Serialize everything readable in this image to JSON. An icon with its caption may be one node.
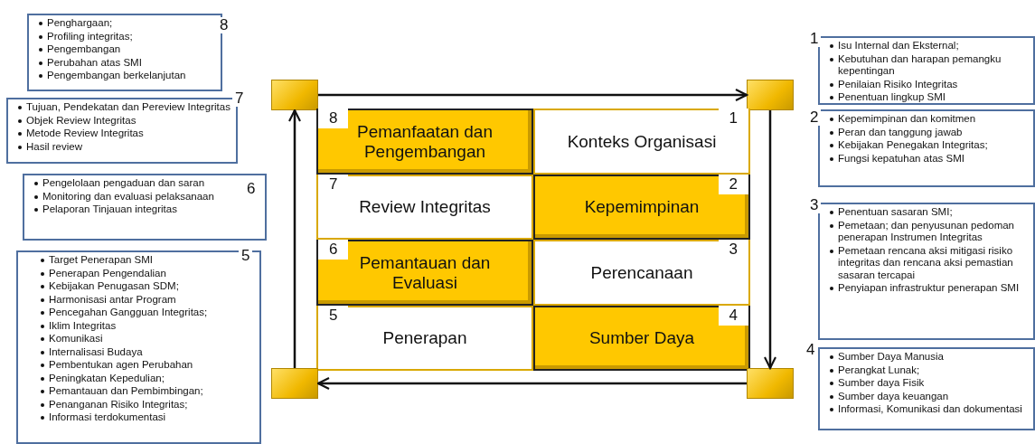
{
  "diagram": {
    "nodes": [
      {
        "text": [
          "8",
          "Penghargaan;",
          "Profiling integritas;",
          "Pengembangan",
          "Perubahan atas SMI",
          "Pengembangan berkelanjutan"
        ]
      },
      {
        "text": [
          "7",
          "Tujuan, Pendekatan dan Pereview Integritas",
          "Objek Review Integritas",
          "Metode Review Integritas",
          "Hasil review"
        ]
      },
      {
        "text": [
          "6",
          "Pengelolaan pengaduan dan saran",
          "Monitoring dan evaluasi pelaksanaan",
          "Pelaporan Tinjauan  integritas"
        ]
      },
      {
        "text": [
          "5",
          "Target Penerapan SMI",
          "Penerapan Pengendalian",
          "Kebijakan Penugasan SDM;",
          "Harmonisasi antar Program",
          "Pencegahan Gangguan Integritas;",
          "Iklim Integritas",
          "Komunikasi",
          "Internalisasi Budaya",
          "Pembentukan agen Perubahan",
          "Peningkatan Kepedulian;",
          "Pemantauan dan Pembimbingan;",
          "Penanganan Risiko Integritas;",
          "Informasi terdokumentasi"
        ]
      },
      {
        "text": [],
        "shape": "box"
      },
      {
        "text": [],
        "shape": "box"
      },
      {
        "text": [
          "8",
          "Pemanfaatan dan Pengembangan"
        ]
      },
      {
        "text": [
          "Konteks Organisasi",
          "1"
        ]
      },
      {
        "text": [
          "7",
          "Review Integritas"
        ]
      },
      {
        "text": [
          "2",
          "Kepemimpinan"
        ]
      },
      {
        "text": [
          "6",
          "Pemantauan dan Evaluasi"
        ]
      },
      {
        "text": [
          "3",
          "Perencanaan"
        ]
      },
      {
        "text": [
          "5",
          "Penerapan"
        ]
      },
      {
        "text": [
          "4",
          "Sumber Daya"
        ]
      },
      {
        "text": [
          "1",
          "Isu Internal dan Eksternal;",
          "Kebutuhan dan harapan pemangku kepentingan",
          "Penilaian Risiko Integritas",
          "Penentuan lingkup SMI"
        ]
      },
      {
        "text": [
          "2",
          "Kepemimpinan dan komitmen",
          "Peran dan tanggung jawab",
          "Kebijakan Penegakan Integritas;",
          "Fungsi kepatuhan atas SMI"
        ]
      },
      {
        "text": [
          "3",
          "Penentuan sasaran SMI;",
          "Pemetaan; dan penyusunan pedoman penerapan Instrumen Integritas",
          "Pemetaan rencana aksi mitigasi risiko integritas dan rencana aksi pemastian sasaran tercapai",
          "Penyiapan infrastruktur penerapan SMI"
        ]
      },
      {
        "text": [
          "4",
          "Sumber Daya Manusia",
          "Perangkat Lunak;",
          "Sumber daya Fisik",
          "Sumber daya keuangan",
          "Informasi, Komunikasi dan dokumentasi"
        ]
      },
      {
        "text": [],
        "shape": "box"
      },
      {
        "text": [],
        "shape": "box"
      }
    ],
    "edges": [
      {
        "from": 4,
        "to": 5,
        "arrow": "to"
      },
      {
        "from": 5,
        "to": 19,
        "arrow": "to"
      },
      {
        "from": 19,
        "to": 18,
        "arrow": "to"
      },
      {
        "from": 18,
        "to": 4,
        "arrow": "to"
      }
    ]
  }
}
